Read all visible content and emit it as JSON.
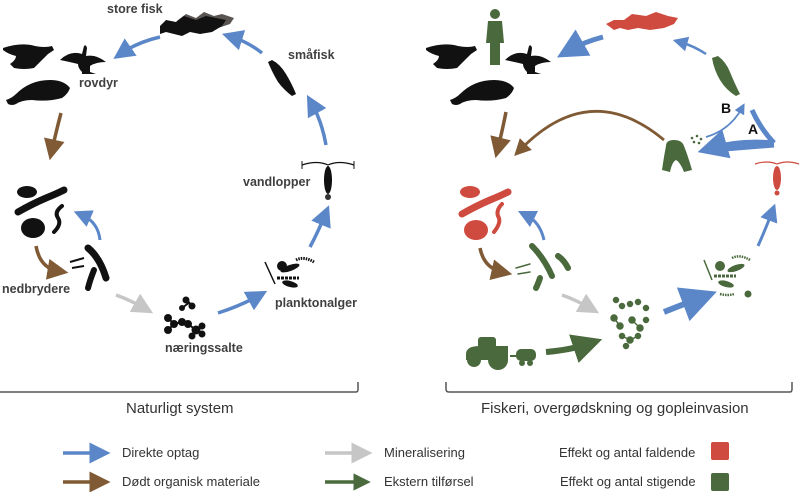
{
  "colors": {
    "direct": "#5b87c9",
    "dead_organic": "#7f5a35",
    "mineral": "#c6c6c6",
    "external": "#4a6a3d",
    "decreasing": "#cf4a3f",
    "increasing": "#4a6a3d",
    "silhouette": "#111111"
  },
  "left_panel": {
    "title": "Naturligt system",
    "labels": {
      "store_fisk": "store fisk",
      "smaafisk": "småfisk",
      "rovdyr": "rovdyr",
      "vandlopper": "vandlopper",
      "nedbrydere": "nedbrydere",
      "planktonalger": "planktonalger",
      "naeringssalte": "næringssalte"
    }
  },
  "right_panel": {
    "title": "Fiskeri, overgødskning og gopleinvasion",
    "pathway_a": "A",
    "pathway_b": "B"
  },
  "legend": {
    "items": [
      {
        "label": "Direkte optag",
        "kind": "arrow",
        "color": "#5b87c9"
      },
      {
        "label": "Dødt organisk materiale",
        "kind": "arrow",
        "color": "#7f5a35"
      },
      {
        "label": "Mineralisering",
        "kind": "arrow",
        "color": "#c6c6c6"
      },
      {
        "label": "Ekstern tilførsel",
        "kind": "arrow",
        "color": "#4a6a3d"
      },
      {
        "label": "Effekt og antal faldende",
        "kind": "swatch",
        "color": "#cf4a3f"
      },
      {
        "label": "Effekt og antal stigende",
        "kind": "swatch",
        "color": "#4a6a3d"
      }
    ]
  }
}
